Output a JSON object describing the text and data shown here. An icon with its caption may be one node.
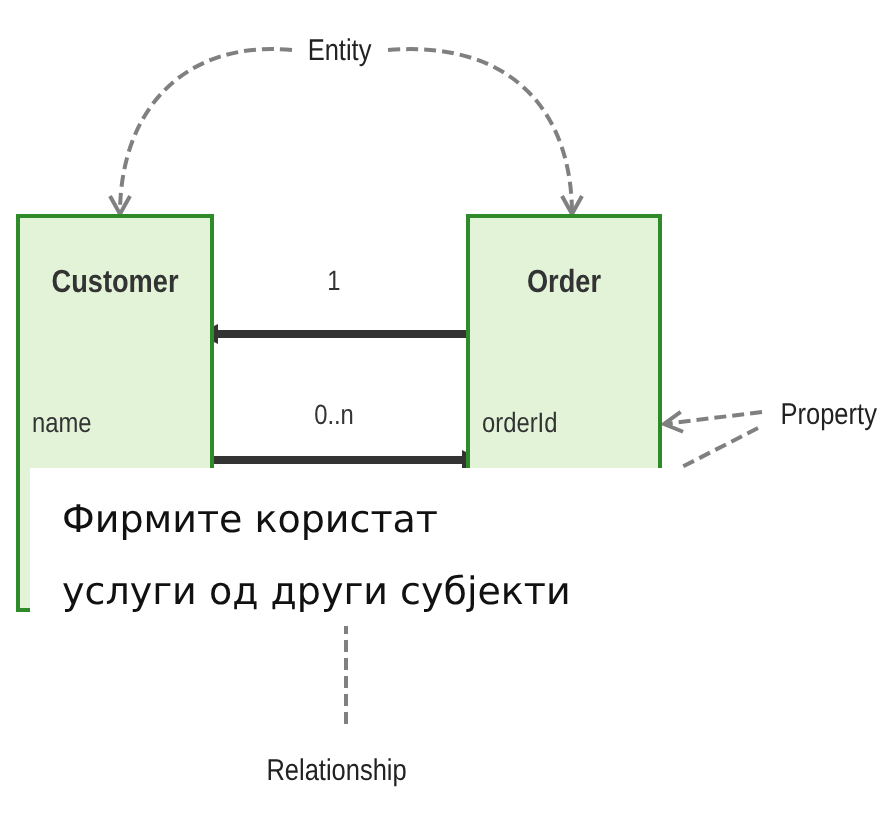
{
  "diagram": {
    "nodes": [
      {
        "text": [
          "Customer",
          "name"
        ]
      },
      {
        "text": [
          "Order",
          "orderId"
        ]
      },
      {
        "text": [
          "Entity"
        ]
      },
      {
        "text": [
          "Property"
        ]
      },
      {
        "text": [
          "Relationship"
        ]
      },
      {
        "text": [
          "Фирмите користат",
          "услуги од други субјекти"
        ]
      }
    ],
    "edges": [
      {
        "from": 1,
        "to": 0,
        "arrow": "to",
        "label": "1",
        "style": "thick"
      },
      {
        "from": 0,
        "to": 1,
        "arrow": "to",
        "label": "0..n",
        "style": "thick"
      },
      {
        "from": 2,
        "to": 0,
        "arrow": "to",
        "style": "dashed",
        "color": "#808080"
      },
      {
        "from": 2,
        "to": 1,
        "arrow": "to",
        "style": "dashed",
        "color": "#808080"
      },
      {
        "from": 3,
        "to": 1,
        "arrow": "to",
        "style": "dashed",
        "color": "#808080"
      },
      {
        "from": 3,
        "to": 5,
        "arrow": "none",
        "style": "dashed",
        "color": "#808080"
      },
      {
        "from": 4,
        "to": 5,
        "arrow": "none",
        "style": "dashed",
        "color": "#808080"
      }
    ]
  }
}
